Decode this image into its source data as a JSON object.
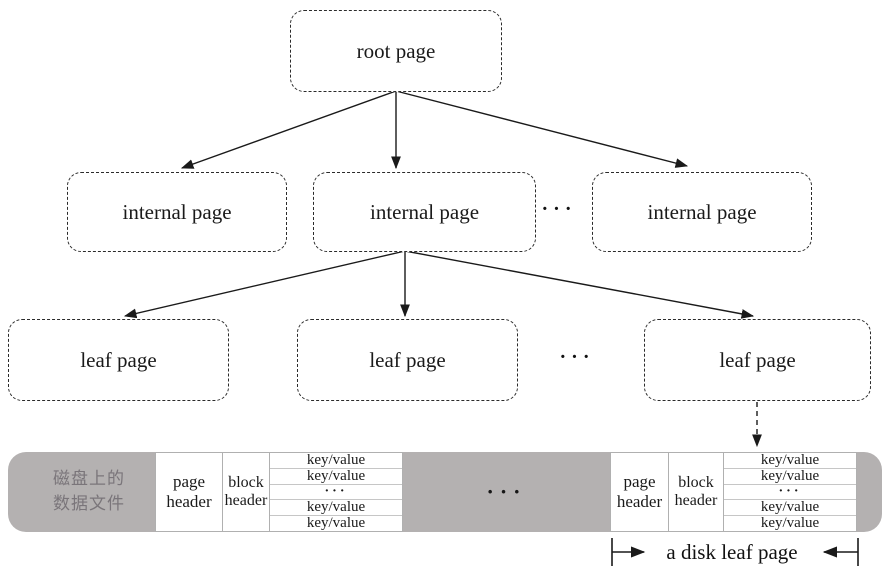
{
  "colors": {
    "line": "#1a1a1a",
    "gray_fill": "#b4b1b1",
    "gray_text": "#7a757a",
    "cell_border": "#b0b0b0"
  },
  "tree": {
    "root_label": "root page",
    "internal_labels": [
      "internal page",
      "internal page",
      "internal page"
    ],
    "internal_ellipsis": "···",
    "leaf_labels": [
      "leaf page",
      "leaf page",
      "leaf page"
    ],
    "leaf_ellipsis": "···"
  },
  "disk": {
    "side_label_line1": "磁盘上的",
    "side_label_line2": "数据文件",
    "middle_ellipsis": "···",
    "pages": [
      {
        "page_header": "page header",
        "block_header": "block header",
        "kv": [
          "key/value",
          "key/value",
          "···",
          "key/value",
          "key/value"
        ]
      },
      {
        "page_header": "page header",
        "block_header": "block header",
        "kv": [
          "key/value",
          "key/value",
          "···",
          "key/value",
          "key/value"
        ]
      }
    ],
    "caption": "a disk leaf page"
  }
}
